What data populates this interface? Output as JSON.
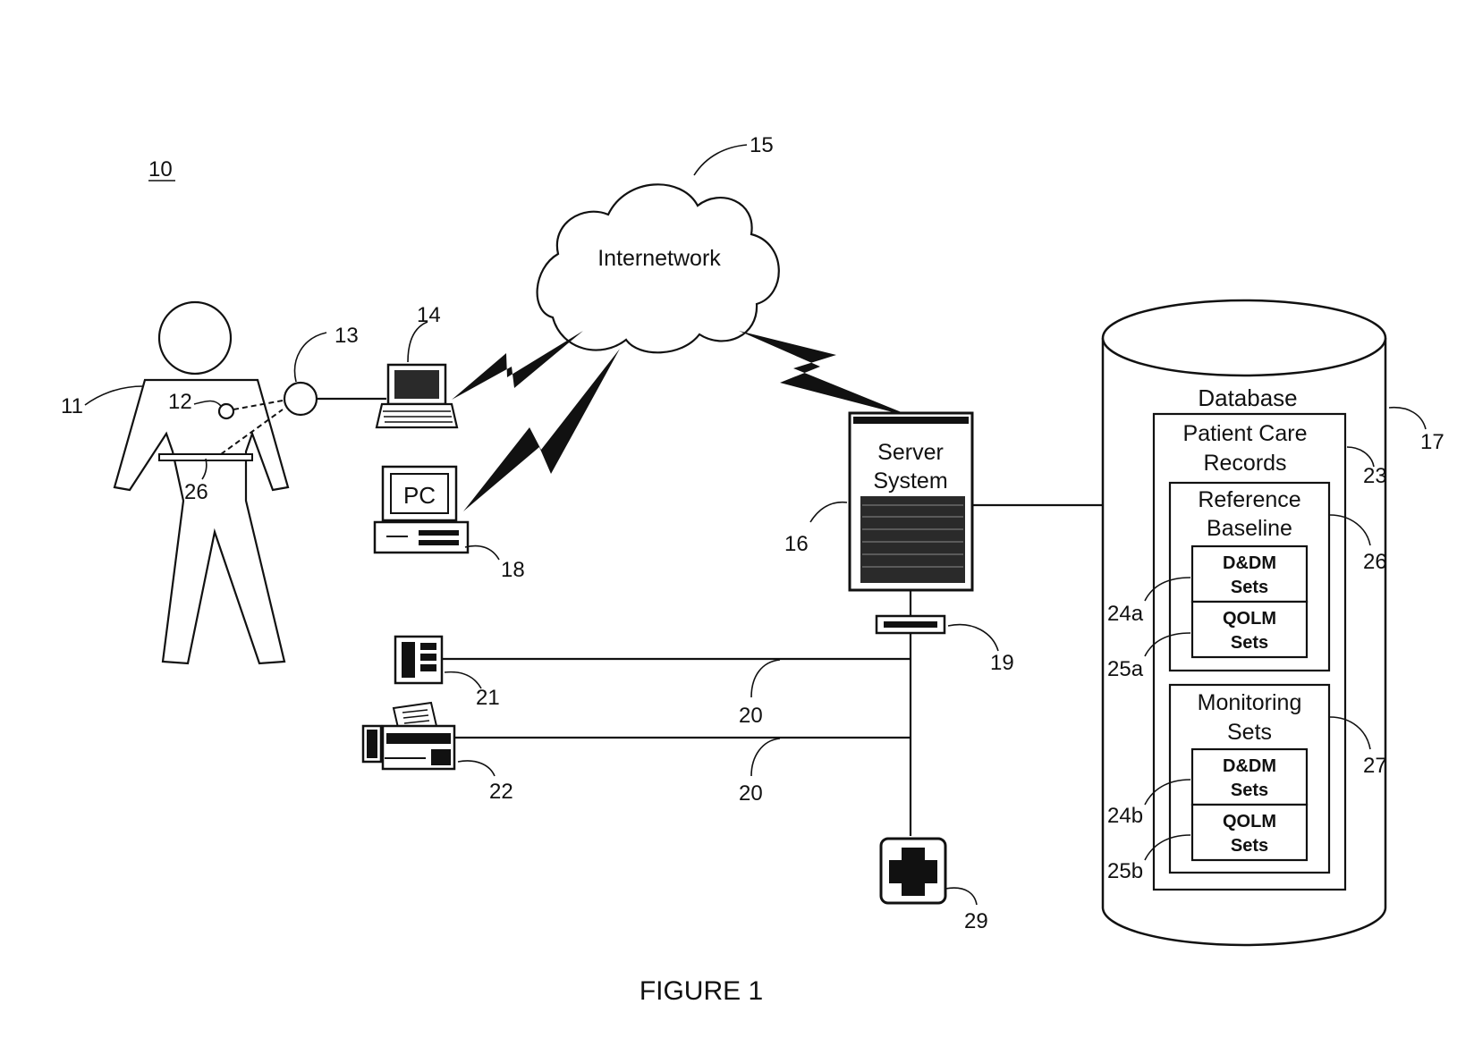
{
  "figure": {
    "system_ref": "10",
    "caption": "FIGURE 1"
  },
  "cloud": {
    "label": "Internetwork",
    "ref": "15"
  },
  "patient": {
    "body_ref": "11",
    "sensor_ref": "12",
    "device_ref": "13",
    "belt_ref": "26"
  },
  "laptop": {
    "ref": "14"
  },
  "pc": {
    "screen_label": "PC",
    "ref": "18"
  },
  "server": {
    "label_line1": "Server",
    "label_line2": "System",
    "ref": "16"
  },
  "modem": {
    "ref": "19"
  },
  "links": {
    "line_ref_a": "20",
    "line_ref_b": "20"
  },
  "telephone": {
    "ref": "21"
  },
  "fax": {
    "ref": "22"
  },
  "clinic": {
    "ref": "29"
  },
  "database": {
    "title": "Database",
    "ref": "17",
    "records": {
      "line1": "Patient Care",
      "line2": "Records",
      "ref": "23"
    },
    "reference": {
      "line1": "Reference",
      "line2": "Baseline",
      "ref": "26",
      "ddm": {
        "line1": "D&DM",
        "line2": "Sets",
        "ref": "24a"
      },
      "qolm": {
        "line1": "QOLM",
        "line2": "Sets",
        "ref": "25a"
      }
    },
    "monitoring": {
      "line1": "Monitoring",
      "line2": "Sets",
      "ref": "27",
      "ddm": {
        "line1": "D&DM",
        "line2": "Sets",
        "ref": "24b"
      },
      "qolm": {
        "line1": "QOLM",
        "line2": "Sets",
        "ref": "25b"
      }
    }
  }
}
